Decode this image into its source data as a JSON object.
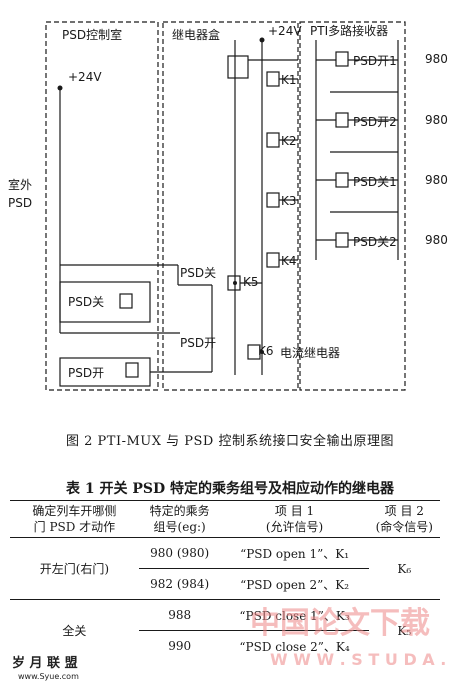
{
  "diagram": {
    "box_psd_control": "PSD控制室",
    "box_relay": "继电器盒",
    "box_pti": "PTI多路接收器",
    "plus24_left": "+24V",
    "plus24_right": "+24V",
    "outdoor_psd": [
      "室外",
      "PSD"
    ],
    "relays": [
      "K1",
      "K2",
      "K3",
      "K4",
      "K5",
      "K6"
    ],
    "contacts_right": [
      "PSD开1",
      "PSD开2",
      "PSD关1",
      "PSD关2"
    ],
    "codes": [
      "980",
      "980",
      "980",
      "980"
    ],
    "contacts_left": [
      "PSD关",
      "PSD开"
    ],
    "buttons_left": [
      "PSD关",
      "PSD开"
    ],
    "current_relay": "电流继电器"
  },
  "caption": "图 2   PTI-MUX 与 PSD 控制系统接口安全输出原理图",
  "table": {
    "title": "表 1   开关 PSD 特定的乘务组号及相应动作的继电器",
    "headers": {
      "col1": [
        "确定列车开哪侧",
        "门 PSD 才动作"
      ],
      "col2": [
        "特定的乘务",
        "组号(eg:)"
      ],
      "col3": [
        "项  目  1",
        "(允许信号)"
      ],
      "col4": [
        "项  目  2",
        "(命令信号)"
      ]
    },
    "rows": [
      {
        "group": "980 (980)",
        "item1": "“PSD open 1”、K₁"
      },
      {
        "group": "982 (984)",
        "item1": "“PSD open 2”、K₂"
      },
      {
        "group": "988",
        "item1": "“PSD close 1”、K₃"
      },
      {
        "group": "990",
        "item1": "“PSD close 2”、K₄"
      }
    ],
    "open_label": "开左门(右门)",
    "close_label": "全关",
    "k6": "K₆",
    "k5": "K₅"
  },
  "watermark": {
    "left": "岁 月 联 盟",
    "left_sub": "www.Syue.com",
    "right_cn": "中国论文下载",
    "right_en": "W W W . S T U D A ."
  }
}
